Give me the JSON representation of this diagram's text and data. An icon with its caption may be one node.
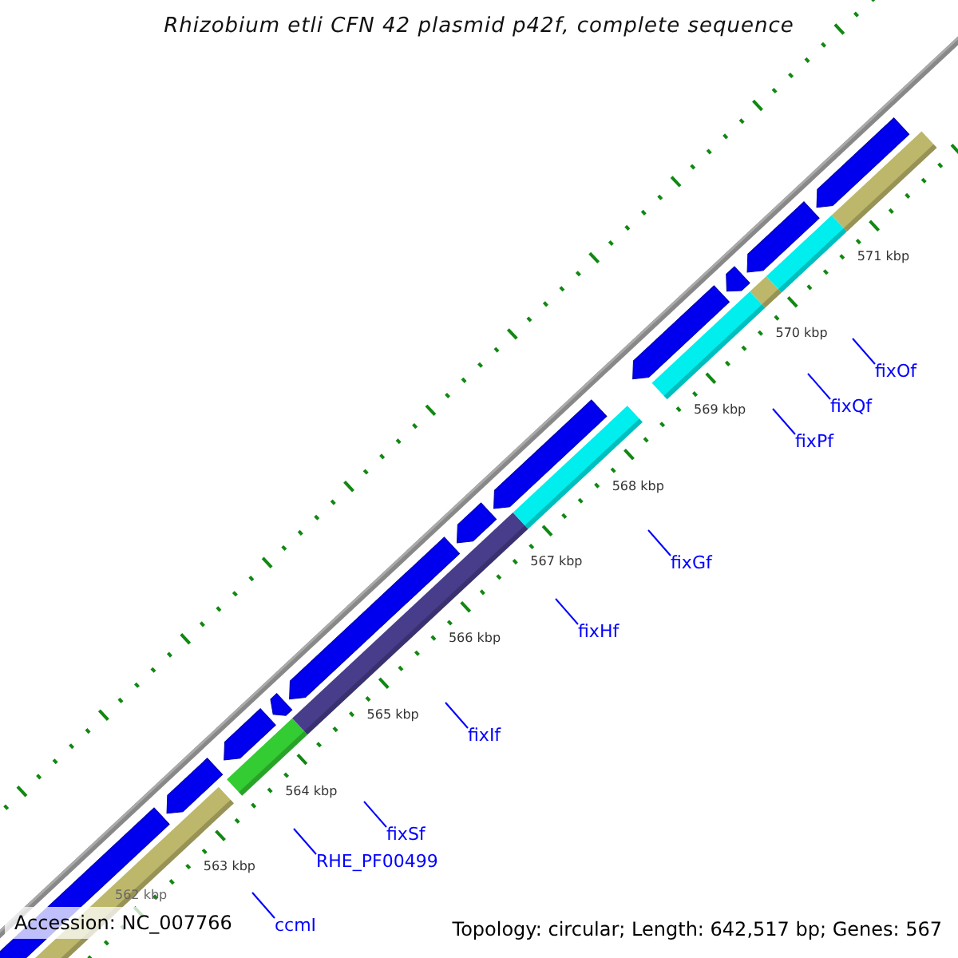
{
  "diagram": {
    "title": "Rhizobium etli CFN 42 plasmid p42f, complete sequence",
    "nodes": [
      {
        "text": [
          "fixOf"
        ]
      },
      {
        "text": [
          "fixQf"
        ]
      },
      {
        "text": [
          "fixPf"
        ]
      },
      {
        "text": [
          "fixGf"
        ]
      },
      {
        "text": [
          "fixHf"
        ]
      },
      {
        "text": [
          "fixIf"
        ]
      },
      {
        "text": [
          "fixSf"
        ]
      },
      {
        "text": [
          "RHE_PF00499"
        ]
      },
      {
        "text": [
          "ccmI"
        ]
      }
    ],
    "edges": [
      {
        "from": 0,
        "to": null,
        "arrow": "none"
      },
      {
        "from": 1,
        "to": null,
        "arrow": "none"
      },
      {
        "from": 2,
        "to": null,
        "arrow": "none"
      },
      {
        "from": 3,
        "to": null,
        "arrow": "none"
      },
      {
        "from": 4,
        "to": null,
        "arrow": "none"
      },
      {
        "from": 5,
        "to": null,
        "arrow": "none"
      },
      {
        "from": 6,
        "to": null,
        "arrow": "none"
      },
      {
        "from": 7,
        "to": null,
        "arrow": "none"
      },
      {
        "from": 8,
        "to": null,
        "arrow": "none"
      }
    ],
    "labels": [
      "571 kbp",
      "570 kbp",
      "569 kbp",
      "568 kbp",
      "567 kbp",
      "566 kbp",
      "565 kbp",
      "564 kbp",
      "563 kbp",
      "Accession: NC_007766",
      "562 kbp",
      "Topology: circular; Length: 642,517 bp; Genes: 567"
    ]
  }
}
